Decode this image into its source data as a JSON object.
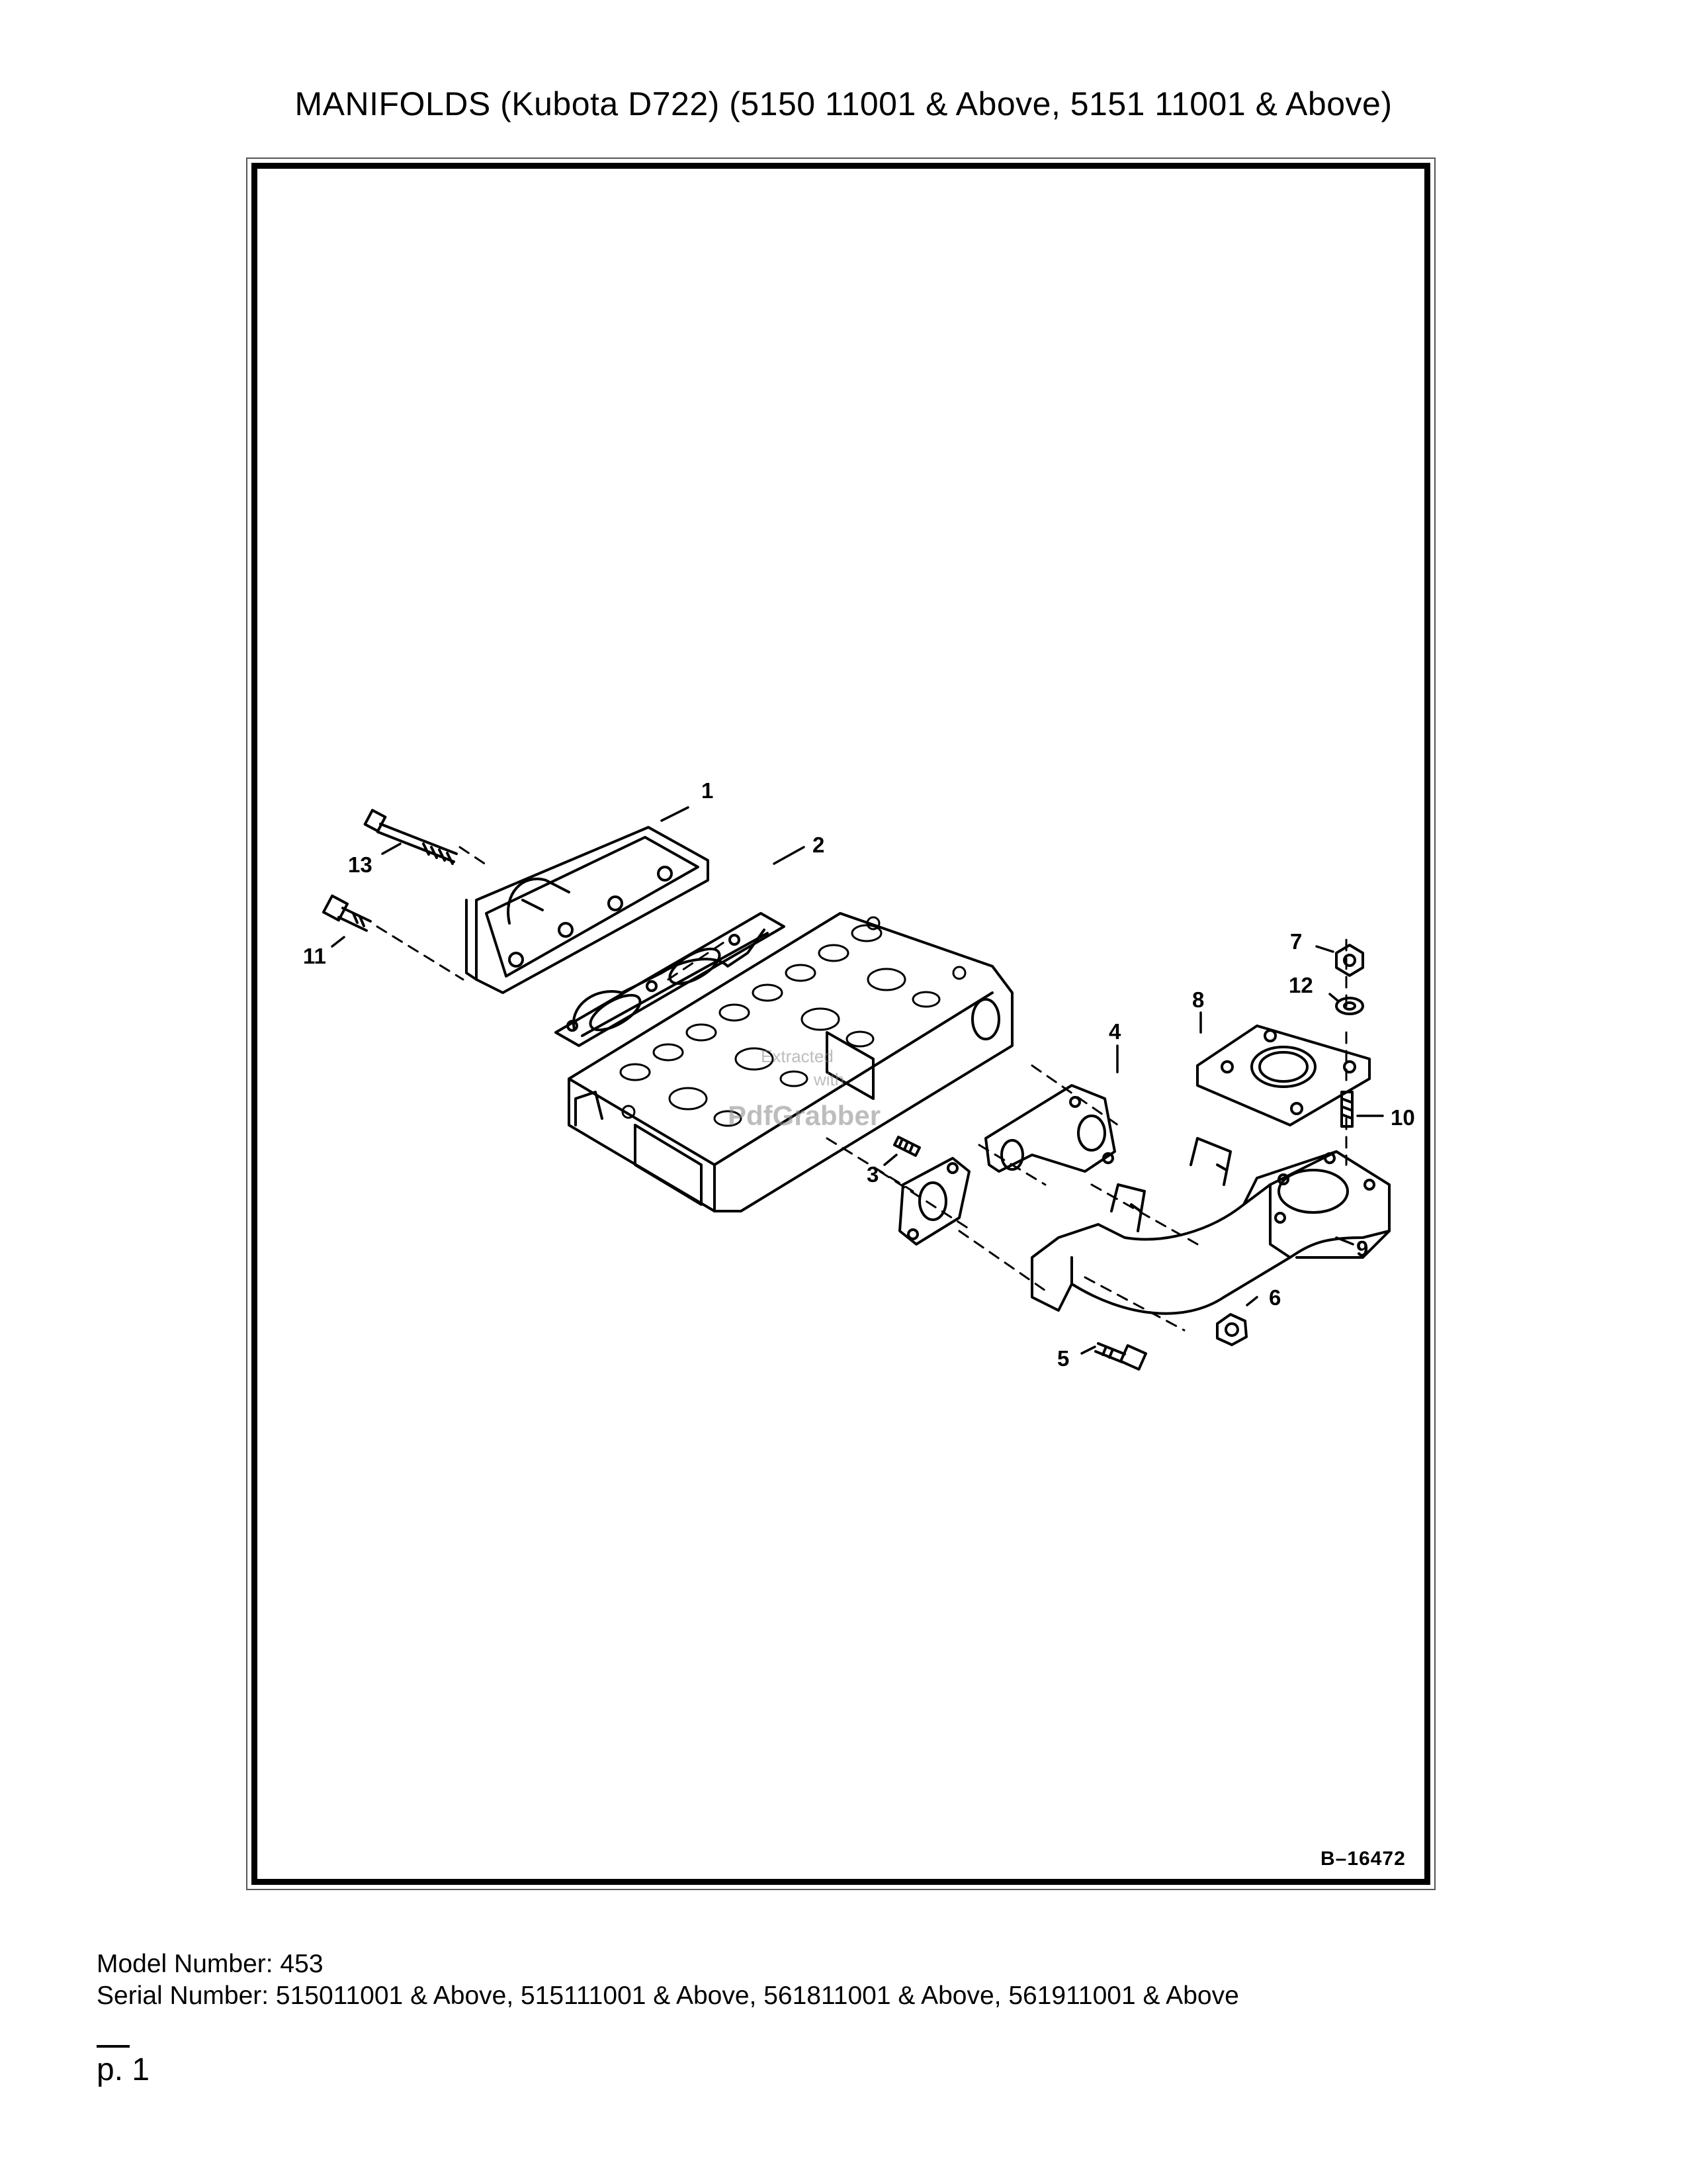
{
  "title": "MANIFOLDS (Kubota D722) (5150 11001 & Above, 5151 11001 & Above)",
  "diagram": {
    "figure_code": "B–16472",
    "callouts": [
      {
        "id": "1",
        "label": "1"
      },
      {
        "id": "2",
        "label": "2"
      },
      {
        "id": "3",
        "label": "3"
      },
      {
        "id": "4",
        "label": "4"
      },
      {
        "id": "5",
        "label": "5"
      },
      {
        "id": "6",
        "label": "6"
      },
      {
        "id": "7",
        "label": "7"
      },
      {
        "id": "8",
        "label": "8"
      },
      {
        "id": "9",
        "label": "9"
      },
      {
        "id": "10",
        "label": "10"
      },
      {
        "id": "11",
        "label": "11"
      },
      {
        "id": "12",
        "label": "12"
      },
      {
        "id": "13",
        "label": "13"
      }
    ],
    "watermark": [
      "Extracted",
      "with",
      "PdfGrabber"
    ]
  },
  "footer": {
    "model_number": "Model Number: 453",
    "serial_number": "Serial Number: 515011001 & Above, 515111001 & Above, 561811001 & Above, 561911001 & Above",
    "page": "p. 1"
  }
}
